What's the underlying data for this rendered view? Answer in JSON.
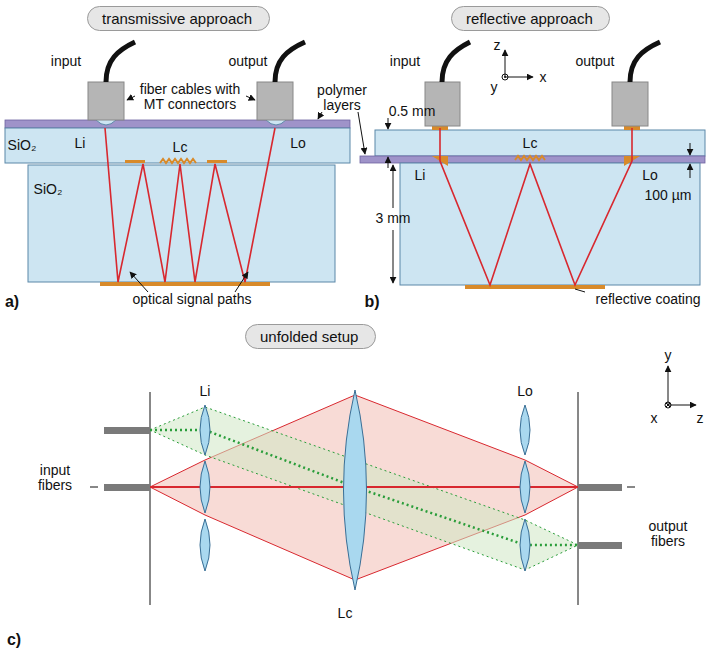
{
  "diagram": {
    "nodes": [
      {
        "text": [
          "transmissive approach"
        ]
      },
      {
        "text": [
          "reflective approach"
        ]
      },
      {
        "text": [
          "unfolded setup"
        ]
      }
    ],
    "labels": [
      "input",
      "output",
      "fiber cables with MT connectors",
      "polymer layers",
      "SiO₂",
      "Li",
      "Lc",
      "Lo",
      "SiO₂",
      "optical signal paths",
      "a)",
      "input",
      "output",
      "z",
      "y",
      "x",
      "0.5 mm",
      "Li",
      "Lc",
      "Lo",
      "3 mm",
      "100 µm",
      "reflective coating",
      "b)",
      "y",
      "x",
      "z",
      "Li",
      "Lo",
      "input fibers",
      "Lc",
      "output fibers",
      "c)"
    ]
  }
}
